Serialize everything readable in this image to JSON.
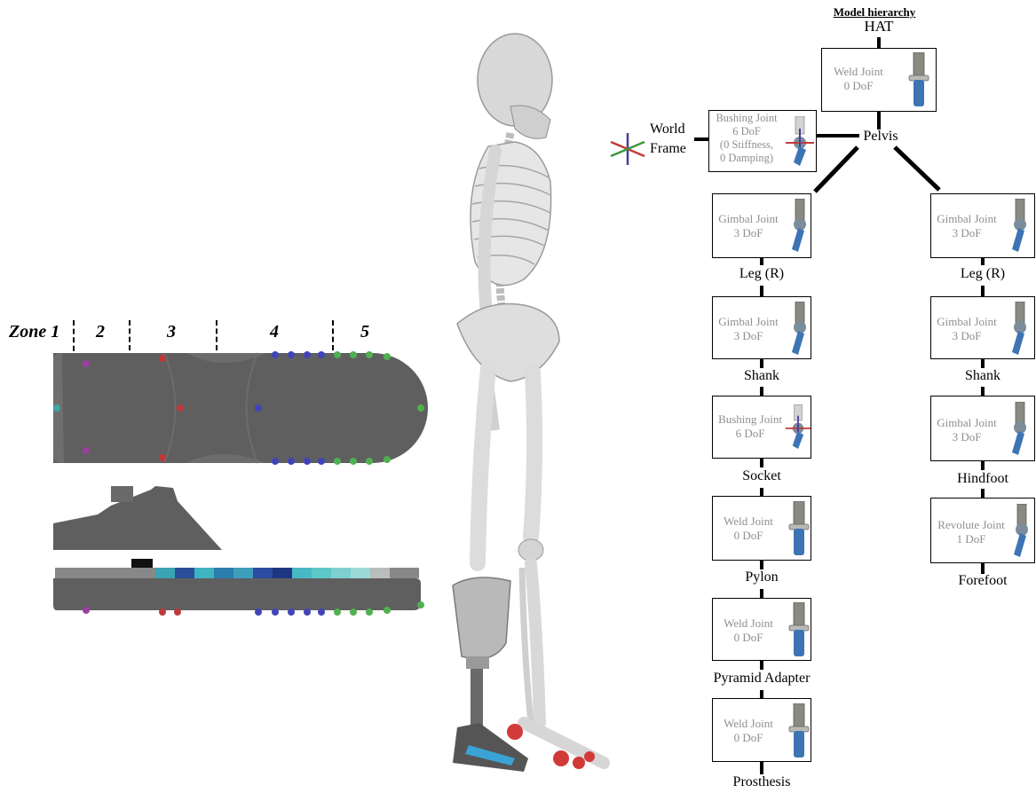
{
  "hierarchy_title": "Model hierarchy",
  "zones": [
    "Zone 1",
    "2",
    "3",
    "4",
    "5"
  ],
  "world_frame": {
    "line1": "World",
    "line2": "Frame"
  },
  "segments": {
    "hat": "HAT",
    "pelvis": "Pelvis",
    "leg_left_col": "Leg (R)",
    "shank_left_col": "Shank",
    "socket": "Socket",
    "pylon": "Pylon",
    "pyramid_adapter": "Pyramid Adapter",
    "prosthesis": "Prosthesis",
    "leg_right_col": "Leg (R)",
    "shank_right_col": "Shank",
    "hindfoot": "Hindfoot",
    "forefoot": "Forefoot"
  },
  "joints": {
    "hat_pelvis": {
      "name": "Weld Joint",
      "dof": "0 DoF",
      "icon": "weld-joint-icon"
    },
    "world_pelvis": {
      "name": "Bushing Joint",
      "dof": "6 DoF",
      "extra1": "(0 Stiffness,",
      "extra2": "0 Damping)",
      "icon": "bushing-joint-icon"
    },
    "hip_left_col": {
      "name": "Gimbal Joint",
      "dof": "3 DoF",
      "icon": "gimbal-joint-icon"
    },
    "knee_left_col": {
      "name": "Gimbal Joint",
      "dof": "3 DoF",
      "icon": "gimbal-joint-icon"
    },
    "socket": {
      "name": "Bushing Joint",
      "dof": "6 DoF",
      "icon": "bushing-joint-icon"
    },
    "pylon": {
      "name": "Weld Joint",
      "dof": "0 DoF",
      "icon": "weld-joint-icon"
    },
    "pyramid": {
      "name": "Weld Joint",
      "dof": "0 DoF",
      "icon": "weld-joint-icon"
    },
    "prosthesis": {
      "name": "Weld Joint",
      "dof": "0 DoF",
      "icon": "weld-joint-icon"
    },
    "hip_right_col": {
      "name": "Gimbal Joint",
      "dof": "3 DoF",
      "icon": "gimbal-joint-icon"
    },
    "knee_right_col": {
      "name": "Gimbal Joint",
      "dof": "3 DoF",
      "icon": "gimbal-joint-icon"
    },
    "ankle_right_col": {
      "name": "Gimbal Joint",
      "dof": "3 DoF",
      "icon": "gimbal-joint-icon"
    },
    "mtp_right_col": {
      "name": "Revolute Joint",
      "dof": "1 DoF",
      "icon": "revolute-joint-icon"
    }
  },
  "colors": {
    "foot_body": "#5f5f5f",
    "bone": "#dcdcdc",
    "marker_purple": "#9a3fa0",
    "marker_red": "#c0393b",
    "marker_blue": "#4343b8",
    "marker_green": "#4fb04f",
    "marker_teal": "#3fa6a6",
    "joint_text": "#8f8f8f",
    "pylon_blue": "#3d74b4"
  }
}
